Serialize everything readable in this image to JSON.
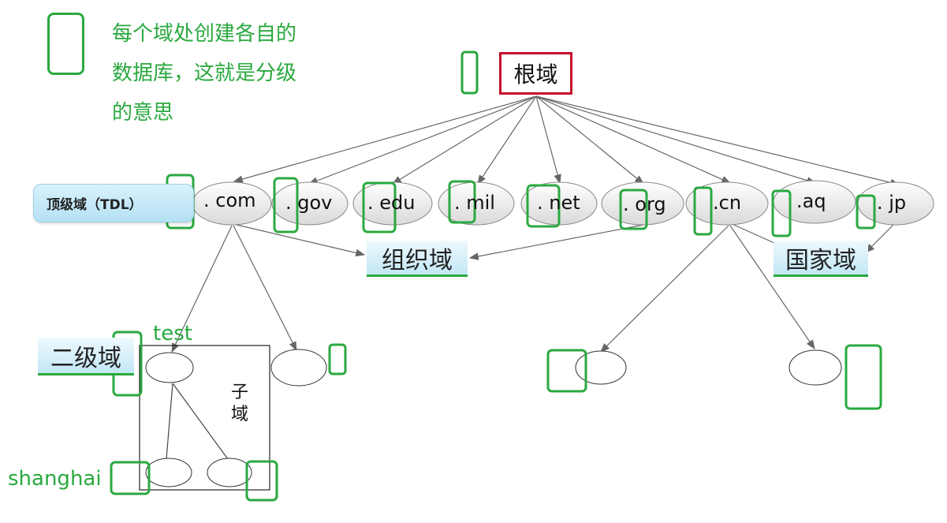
{
  "legend": {
    "note_lines": [
      "每个域处创建各自的",
      "数据库，这就是分级",
      "的意思"
    ]
  },
  "root": {
    "label": "根域"
  },
  "tld_pill": {
    "label": "顶级域（TDL）"
  },
  "tlds": [
    {
      "label": ". com"
    },
    {
      "label": ". gov"
    },
    {
      "label": ". edu"
    },
    {
      "label": ". mil"
    },
    {
      "label": ". net"
    },
    {
      "label": ". org"
    },
    {
      "label": ".cn"
    },
    {
      "label": ".aq"
    },
    {
      "label": ". jp"
    }
  ],
  "org_label": "组织域",
  "country_label": "国家域",
  "second_level_label": "二级域",
  "test_label": "test",
  "subdomain_label_lines": [
    "子",
    "域"
  ],
  "shanghai_label": "shanghai",
  "colors": {
    "green": "#2aa93f",
    "root_border": "#c8102e",
    "arrow": "#666666"
  }
}
